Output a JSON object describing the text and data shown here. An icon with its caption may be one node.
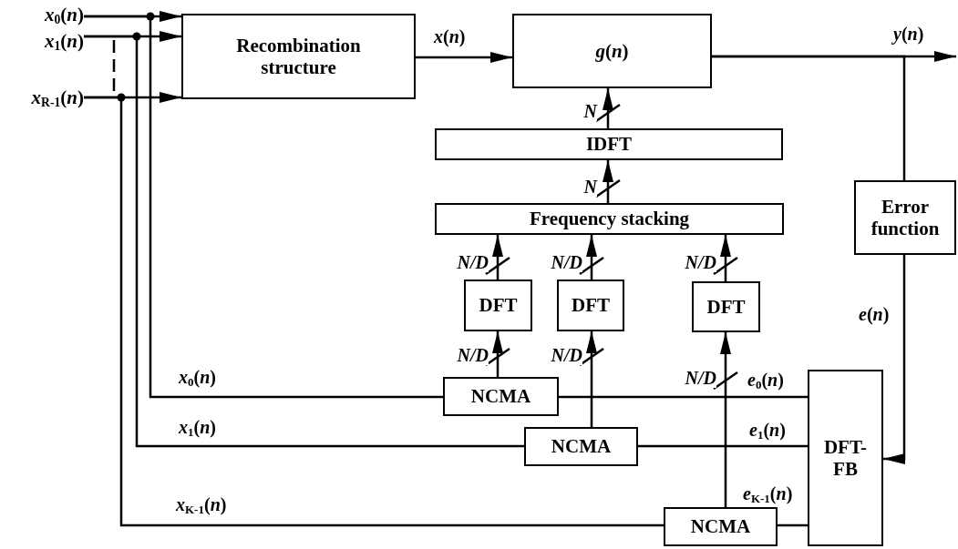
{
  "diagram": {
    "nodes": [
      {
        "text": [
          "*x*$_{0}$(*n*)"
        ]
      },
      {
        "text": [
          "*x*$_{1}$(*n*)"
        ]
      },
      {
        "text": [
          "*x*$_{R-1}$(*n*)"
        ]
      },
      {
        "text": [
          "Recombination structure"
        ]
      },
      {
        "text": [
          "*g*(*n*)"
        ]
      },
      {
        "text": [
          "IDFT"
        ]
      },
      {
        "text": [
          "Error function"
        ]
      },
      {
        "text": [
          "Frequency stacking"
        ]
      },
      {
        "text": [
          "DFT"
        ]
      },
      {
        "text": [
          "DFT"
        ]
      },
      {
        "text": [
          "DFT"
        ]
      },
      {
        "text": [
          "NCMA"
        ]
      },
      {
        "text": [
          "NCMA"
        ]
      },
      {
        "text": [
          "DFT- FB"
        ]
      },
      {
        "text": [
          "NCMA"
        ]
      }
    ],
    "edges": [
      {
        "from": 0,
        "to": 3,
        "arrow": "to"
      },
      {
        "from": 1,
        "to": 3,
        "arrow": "to"
      },
      {
        "from": 2,
        "to": 3,
        "arrow": "to"
      },
      {
        "from": 3,
        "to": 4,
        "arrow": "to",
        "label": "*x*(*n*)"
      },
      {
        "from": 4,
        "to": null,
        "arrow": "to",
        "label": "*y*(*n*)"
      },
      {
        "from": 4,
        "to": 6,
        "arrow": "none"
      },
      {
        "from": 6,
        "to": 13,
        "arrow": "to",
        "label": "*e*(*n*)"
      },
      {
        "from": 5,
        "to": 4,
        "arrow": "to",
        "label": "N"
      },
      {
        "from": 7,
        "to": 5,
        "arrow": "to",
        "label": "N"
      },
      {
        "from": 8,
        "to": 7,
        "arrow": "to",
        "label": "N/D"
      },
      {
        "from": 9,
        "to": 7,
        "arrow": "to",
        "label": "N/D"
      },
      {
        "from": 10,
        "to": 7,
        "arrow": "to",
        "label": "N/D"
      },
      {
        "from": 11,
        "to": 8,
        "arrow": "to",
        "label": "N/D"
      },
      {
        "from": 12,
        "to": 9,
        "arrow": "to",
        "label": "N/D"
      },
      {
        "from": 14,
        "to": 10,
        "arrow": "to",
        "label": "N/D"
      },
      {
        "from": 13,
        "to": 11,
        "arrow": "none",
        "label": "*e*$_{0}$(*n*)"
      },
      {
        "from": 13,
        "to": 12,
        "arrow": "none",
        "label": "*e*$_{1}$(*n*)"
      },
      {
        "from": 13,
        "to": 14,
        "arrow": "none",
        "label": "*e*$_{K-1}$(*n*)"
      },
      {
        "from": 0,
        "to": 11,
        "arrow": "none",
        "label": "*x*$_{0}$(*n*)"
      },
      {
        "from": 1,
        "to": 12,
        "arrow": "none",
        "label": "*x*$_{1}$(*n*)"
      },
      {
        "from": 2,
        "to": 14,
        "arrow": "none",
        "label": "*x*$_{K-1}$(*n*)"
      }
    ]
  }
}
